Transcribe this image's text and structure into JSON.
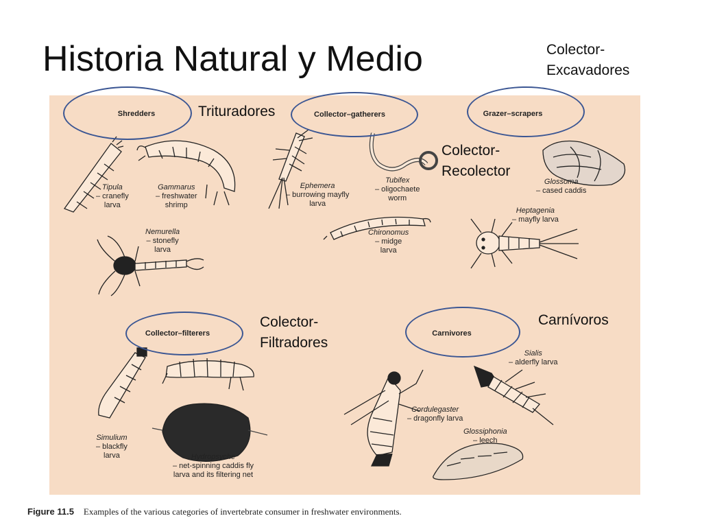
{
  "slide": {
    "title": "Historia Natural y Medio",
    "labels": {
      "colector_excavadores_1": "Colector-",
      "colector_excavadores_2": "Excavadores",
      "trituradores": "Trituradores",
      "colector_recolector_1": "Colector-",
      "colector_recolector_2": "Recolector",
      "colector_filtradores_1": "Colector-",
      "colector_filtradores_2": "Filtradores",
      "carnivoros": "Carnívoros"
    }
  },
  "figure": {
    "categories": {
      "shredders": "Shredders",
      "collector_gatherers": "Collector–gatherers",
      "grazer_scrapers": "Grazer–scrapers",
      "collector_filterers": "Collector–filterers",
      "carnivores": "Carnivores"
    },
    "species": {
      "tipula": {
        "name": "Tipula",
        "d1": "– cranefly",
        "d2": "larva"
      },
      "gammarus": {
        "name": "Gammarus",
        "d1": "– freshwater",
        "d2": "shrimp"
      },
      "nemurella": {
        "name": "Nemurella",
        "d1": "– stonefly",
        "d2": "larva"
      },
      "ephemera": {
        "name": "Ephemera",
        "d1": "– burrowing mayfly",
        "d2": "larva"
      },
      "tubifex": {
        "name": "Tubifex",
        "d1": "– oligochaete",
        "d2": "worm"
      },
      "chironomus": {
        "name": "Chironomus",
        "d1": "– midge",
        "d2": "larva"
      },
      "glossoma": {
        "name": "Glossoma",
        "d1": "– cased caddis"
      },
      "heptagenia": {
        "name": "Heptagenia",
        "d1": "– mayfly larva"
      },
      "simulium": {
        "name": "Simulium",
        "d1": "– blackfly",
        "d2": "larva"
      },
      "hydropsyche": {
        "name": "Hydropsyche",
        "d1": "– net-spinning caddis fly",
        "d2": "larva and its filtering net"
      },
      "sialis": {
        "name": "Sialis",
        "d1": "– alderfly larva"
      },
      "cordulegaster": {
        "name": "Cordulegaster",
        "d1": "– dragonfly larva"
      },
      "glossiphonia": {
        "name": "Glossiphonia",
        "d1": "– leech"
      }
    },
    "caption_label": "Figure 11.5",
    "caption_text": "Examples of the various categories of invertebrate consumer in freshwater environments.",
    "colors": {
      "panel": "#f7dcc5",
      "oval": "#3b5693",
      "ink": "#222222"
    }
  }
}
